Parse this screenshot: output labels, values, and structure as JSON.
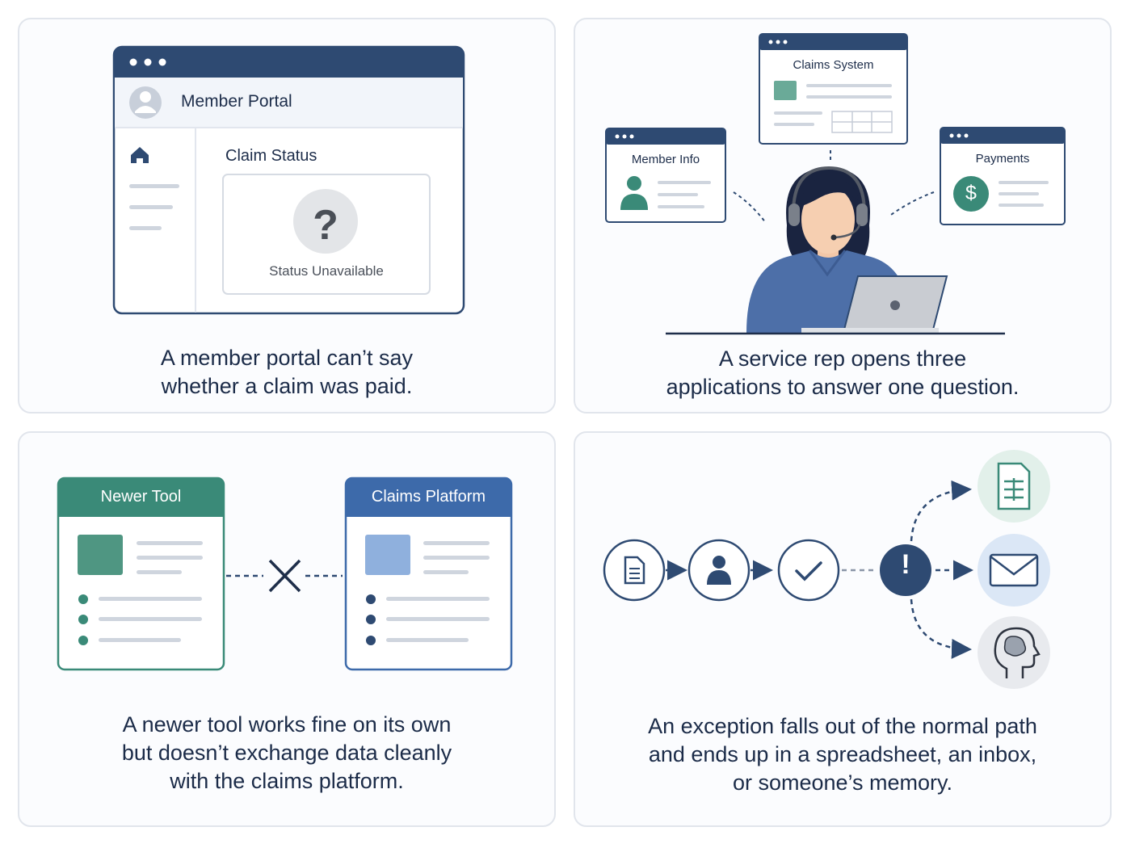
{
  "panel1": {
    "window_title": "Member Portal",
    "section_title": "Claim Status",
    "status_text": "Status Unavailable",
    "status_glyph": "?",
    "caption": [
      "A member portal can’t say",
      "whether a claim was paid."
    ]
  },
  "panel2": {
    "claims_window_title": "Claims System",
    "member_window_title": "Member Info",
    "payments_window_title": "Payments",
    "payments_glyph": "$",
    "caption": [
      "A service rep opens three",
      "applications to answer one question."
    ]
  },
  "panel3": {
    "left_tool_title": "Newer Tool",
    "right_tool_title": "Claims Platform",
    "caption": [
      "A newer tool works fine on its own",
      "but doesn’t exchange data cleanly",
      "with the claims platform."
    ]
  },
  "panel4": {
    "exception_glyph": "!",
    "caption": [
      "An exception falls out of the normal path",
      "and ends up in a spreadsheet, an inbox,",
      "or someone’s memory."
    ]
  },
  "colors": {
    "navy": "#2e4a72",
    "teal": "#3a8a78",
    "blue": "#3d6aaa",
    "light_blue": "#8fb0dd",
    "gray_line": "#cfd5de"
  },
  "icons": [
    "browser-dots-icon",
    "user-avatar-icon",
    "home-icon",
    "question-icon",
    "agent-headset-icon",
    "dollar-icon",
    "laptop-icon",
    "x-mark-icon",
    "document-icon",
    "person-icon",
    "check-icon",
    "exclamation-icon",
    "spreadsheet-icon",
    "envelope-icon",
    "brain-head-icon"
  ]
}
